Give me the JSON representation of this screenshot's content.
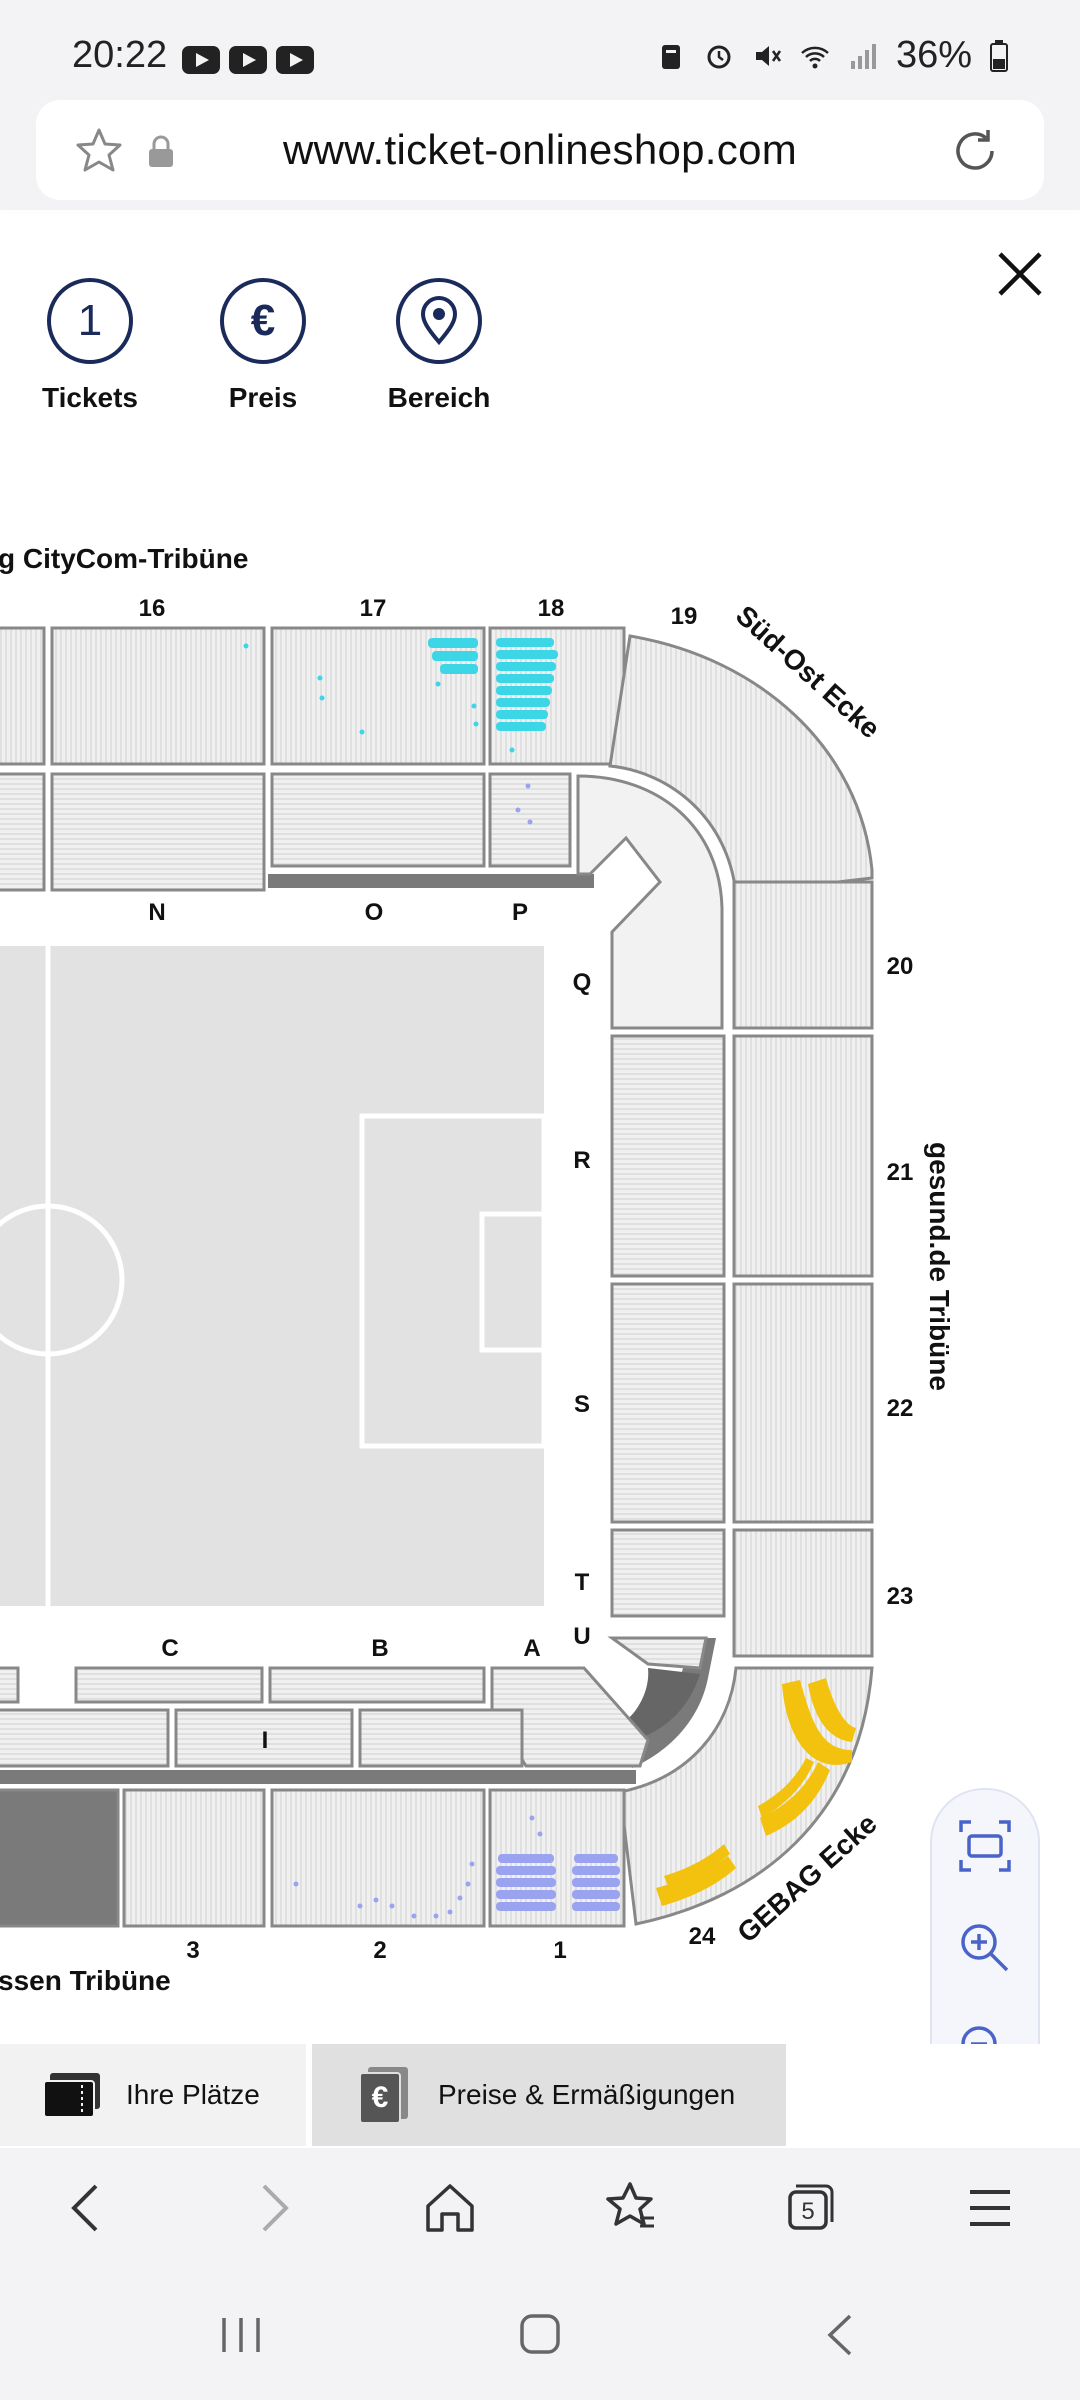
{
  "status_bar": {
    "time": "20:22",
    "battery": "36%"
  },
  "browser": {
    "url": "www.ticket-onlineshop.com",
    "tab_count": "5"
  },
  "filters": [
    {
      "icon": "ticket-count-icon",
      "value": "1",
      "label": "Tickets"
    },
    {
      "icon": "euro-icon",
      "value": "€",
      "label": "Preis"
    },
    {
      "icon": "location-pin-icon",
      "value": "",
      "label": "Bereich"
    }
  ],
  "map": {
    "stand_labels": {
      "top": "g CityCom-Tribüne",
      "southeast_corner": "Süd-Ost Ecke",
      "right": "gesund.de Tribüne",
      "bottom_corner": "GEBAG Ecke",
      "bottom": "ssen Tribüne"
    },
    "block_numbers": {
      "b16": "16",
      "b17": "17",
      "b18": "18",
      "b19": "19",
      "b20": "20",
      "b21": "21",
      "b22": "22",
      "b23": "23",
      "b24": "24",
      "b1": "1",
      "b2": "2",
      "b3": "3"
    },
    "letters": {
      "N": "N",
      "O": "O",
      "P": "P",
      "Q": "Q",
      "R": "R",
      "S": "S",
      "T": "T",
      "U": "U",
      "A": "A",
      "B": "B",
      "C": "C",
      "I": "I"
    },
    "availability_colors": {
      "cyan": "#3dd6e6",
      "lavender": "#9aa3ef",
      "yellow": "#f3c20f"
    }
  },
  "bottom_tabs": {
    "seats": "Ihre Plätze",
    "prices": "Preise & Ermäßigungen"
  }
}
